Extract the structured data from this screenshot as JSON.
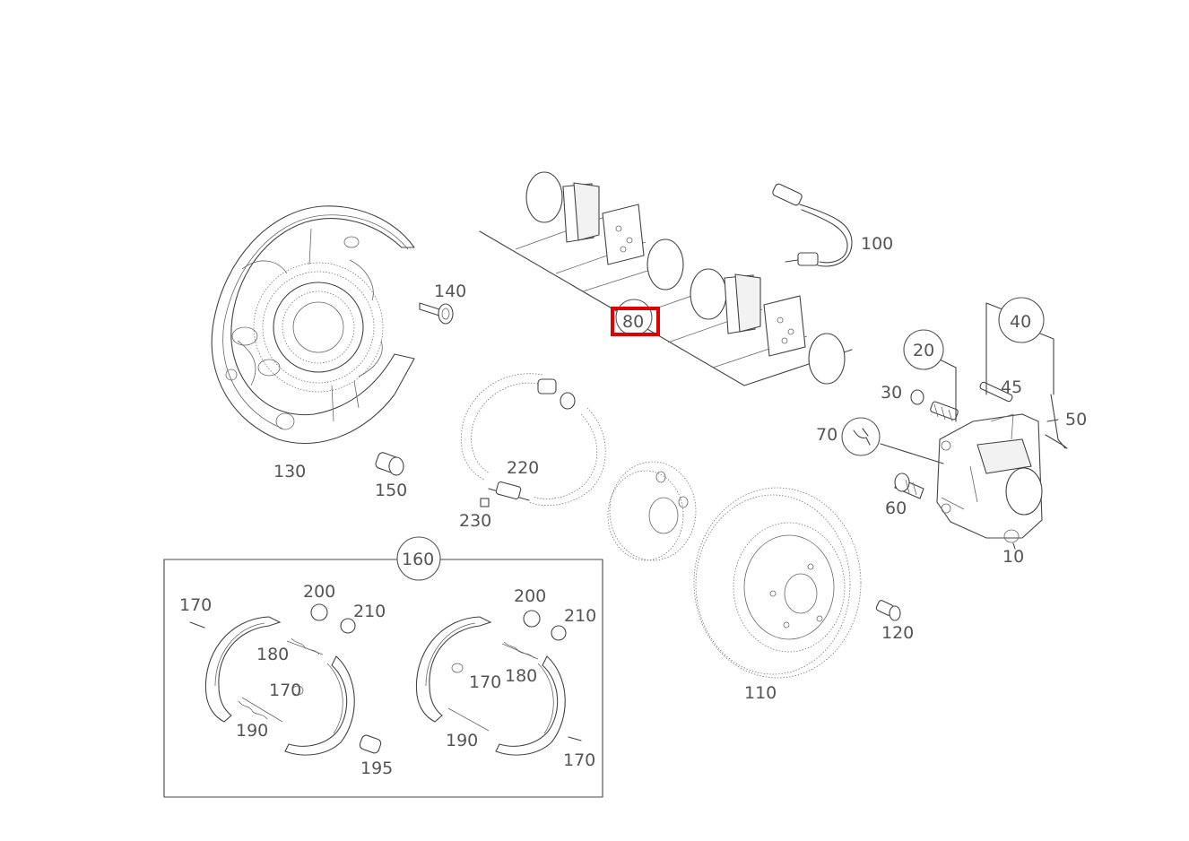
{
  "diagram": {
    "selected_callout": "80",
    "highlight_color": "#e00000",
    "callouts": {
      "c10": "10",
      "c20": "20",
      "c30": "30",
      "c40": "40",
      "c45": "45",
      "c50": "50",
      "c60": "60",
      "c70": "70",
      "c80": "80",
      "c100": "100",
      "c110": "110",
      "c120": "120",
      "c130": "130",
      "c140": "140",
      "c150": "150",
      "c160": "160",
      "c170a": "170",
      "c170b": "170",
      "c170c": "170",
      "c170d": "170",
      "c180a": "180",
      "c180b": "180",
      "c190a": "190",
      "c190b": "190",
      "c195": "195",
      "c200a": "200",
      "c200b": "200",
      "c210a": "210",
      "c210b": "210",
      "c220": "220",
      "c230": "230"
    }
  }
}
